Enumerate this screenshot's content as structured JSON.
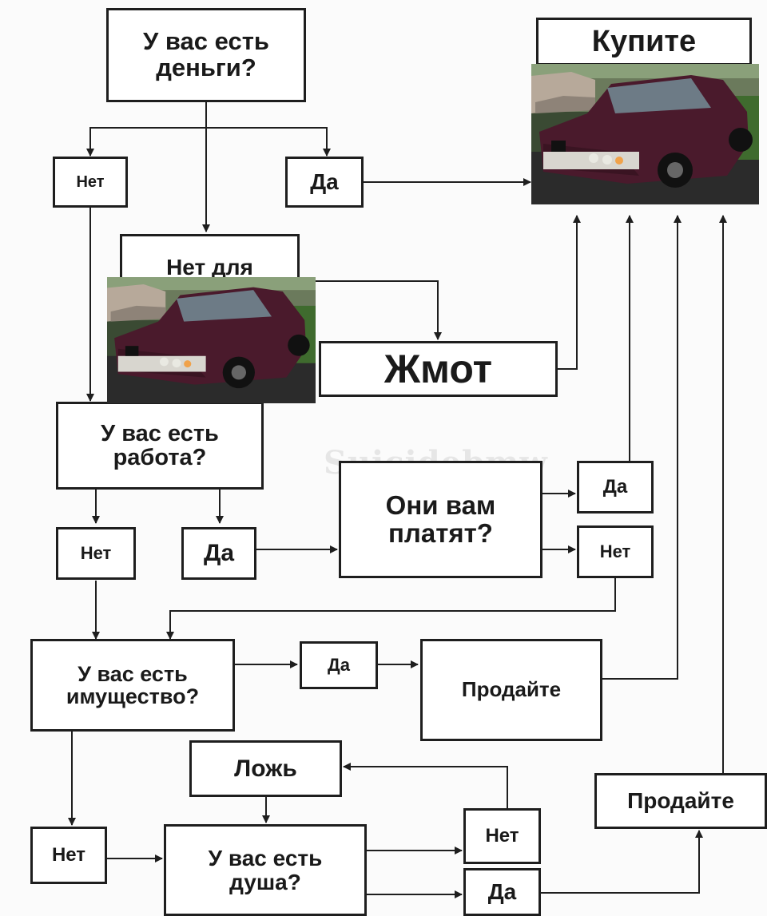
{
  "nodes": {
    "q_money": "У вас есть\nденьги?",
    "buy": "Купите",
    "no_1": "Нет",
    "yes_1": "Да",
    "no_need": "Нет для",
    "miser": "Жмот",
    "q_job": "У вас есть\nработа?",
    "no_2": "Нет",
    "yes_2": "Да",
    "q_paid": "Они вам\nплатят?",
    "yes_3": "Да",
    "no_3": "Нет",
    "q_property": "У вас есть\nимущество?",
    "yes_4": "Да",
    "sell_1": "Продайте",
    "lie": "Ложь",
    "no_4": "Нет",
    "q_soul": "У вас есть\nдуша?",
    "no_5": "Нет",
    "yes_5": "Да",
    "sell_2": "Продайте"
  },
  "watermark": "Suicidebmw",
  "photos": [
    {
      "id": "car-photo-top",
      "depicts": "dark red BMW sedan photo"
    },
    {
      "id": "car-photo-middle",
      "depicts": "dark red BMW sedan photo"
    }
  ],
  "colors": {
    "line": "#1e1e1e",
    "box_border": "#1e1e1e",
    "background": "#fbfbfb",
    "car_body": "#4a1a2c"
  }
}
